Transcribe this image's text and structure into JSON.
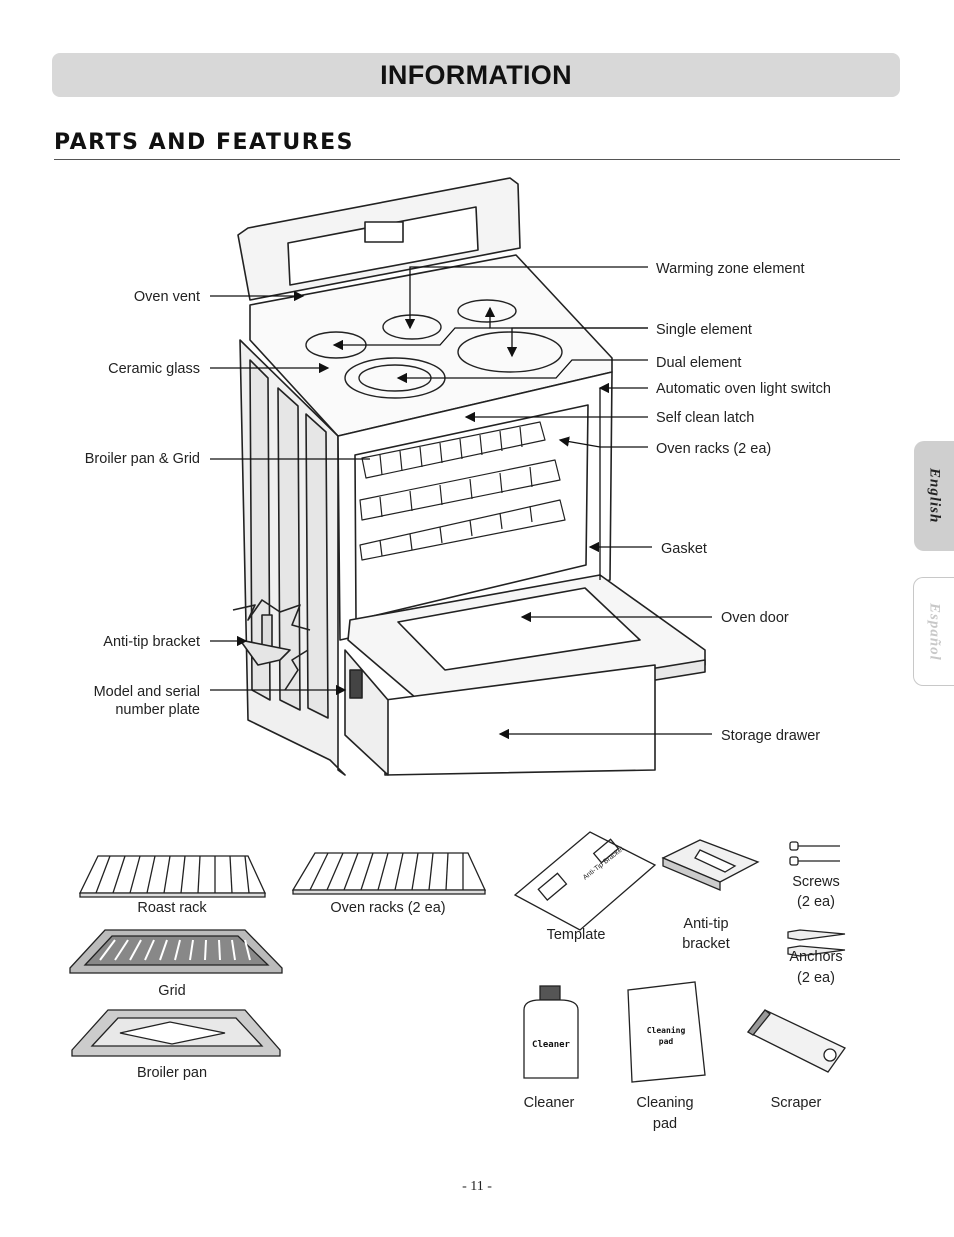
{
  "header": {
    "title": "INFORMATION"
  },
  "section": {
    "title": "PARTS AND FEATURES"
  },
  "tabs": {
    "english": "English",
    "espanol": "Español"
  },
  "callouts_left": {
    "oven_vent": "Oven vent",
    "ceramic_glass": "Ceramic glass",
    "broiler_pan_grid": "Broiler pan & Grid",
    "anti_tip_bracket": "Anti-tip bracket",
    "model_serial_line1": "Model and serial",
    "model_serial_line2": "number plate"
  },
  "callouts_right": {
    "warming_zone": "Warming zone element",
    "single_element": "Single element",
    "dual_element": "Dual element",
    "oven_light_switch": "Automatic oven light switch",
    "self_clean_latch": "Self clean latch",
    "oven_racks": "Oven racks (2 ea)",
    "gasket": "Gasket",
    "oven_door": "Oven door",
    "storage_drawer": "Storage drawer"
  },
  "accessories": {
    "roast_rack": "Roast rack",
    "oven_racks": "Oven racks (2 ea)",
    "grid": "Grid",
    "broiler_pan": "Broiler pan",
    "template": "Template",
    "template_sheet_text": "Anti-Tip Bracket",
    "anti_tip_line1": "Anti-tip",
    "anti_tip_line2": "bracket",
    "screws_line1": "Screws",
    "screws_line2": "(2 ea)",
    "anchors_line1": "Anchors",
    "anchors_line2": "(2 ea)",
    "cleaner": "Cleaner",
    "cleaner_bottle_text": "Cleaner",
    "cleaning_pad_line1": "Cleaning",
    "cleaning_pad_line2": "pad",
    "pad_bag_line1": "Cleaning",
    "pad_bag_line2": "pad",
    "scraper": "Scraper"
  },
  "page": {
    "number": "- 11 -"
  }
}
